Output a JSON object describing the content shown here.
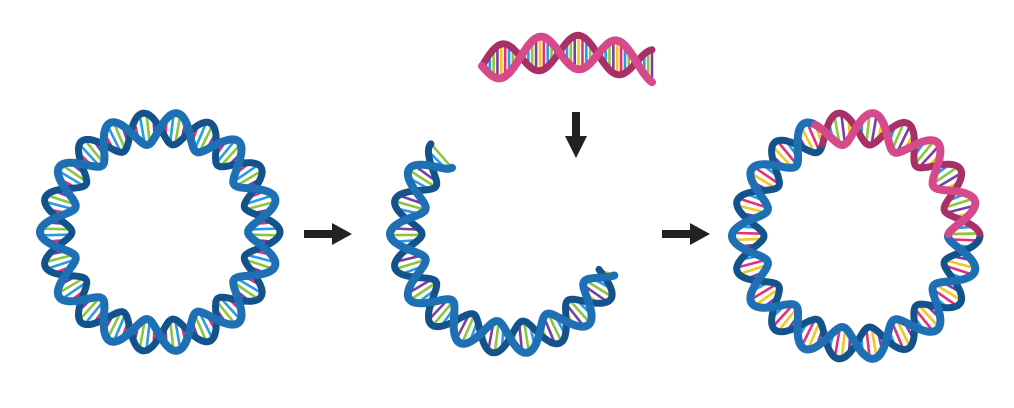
{
  "colors": {
    "plasmid_backbone": "#1f6fb5",
    "plasmid_backbone_dark": "#14528c",
    "insert_backbone": "#d64a8c",
    "insert_backbone_dark": "#a82f68",
    "base_pair_colors": [
      "#f2c81e",
      "#e2307a",
      "#2a9be0",
      "#8cc63f",
      "#7b3fa0"
    ],
    "arrow": "#222222",
    "background": "#ffffff"
  },
  "stages": [
    {
      "name": "intact-plasmid",
      "icon": "circular-dna-icon"
    },
    {
      "name": "cut-plasmid-with-insert",
      "icon": "cut-circular-dna-icon"
    },
    {
      "name": "recombinant-plasmid",
      "icon": "recombinant-circular-dna-icon"
    }
  ],
  "arrows": [
    {
      "name": "arrow-right-icon",
      "direction": "right"
    },
    {
      "name": "arrow-down-icon",
      "direction": "down"
    },
    {
      "name": "arrow-right-icon",
      "direction": "right"
    }
  ]
}
